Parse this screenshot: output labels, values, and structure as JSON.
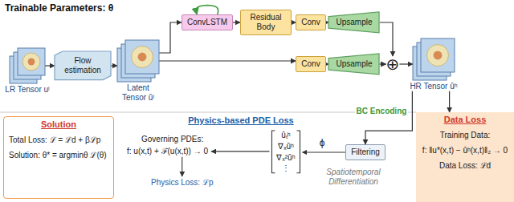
{
  "diagram": {
    "nodes": [
      {
        "text": [
          "LR Tensor uˡ"
        ]
      },
      {
        "text": [
          "Flow estimation"
        ]
      },
      {
        "text": [
          "Latent Tensor ûˡ"
        ]
      },
      {
        "text": [
          "ConvLSTM"
        ]
      },
      {
        "text": [
          "Residual Body"
        ]
      },
      {
        "text": [
          "Conv"
        ]
      },
      {
        "text": [
          "Upsample"
        ]
      },
      {
        "text": [
          "Conv"
        ]
      },
      {
        "text": [
          "Upsample"
        ]
      },
      {
        "text": [
          "⊕"
        ]
      },
      {
        "text": [
          "HR Tensor ûʰ"
        ]
      },
      {
        "text": [
          "Solution",
          "Total Loss: ℒ = ℒd + βℒp",
          "Solution: θ* = argminθ ℒ(θ)"
        ]
      },
      {
        "text": [
          "Filtering"
        ]
      },
      {
        "text": [
          "Data Loss",
          "Training Data:",
          "f: ‖u*(x,t) − ûʰ(x,t)‖₂ → 0",
          "Data Loss: ℒd"
        ]
      }
    ],
    "edges": [
      {
        "from": 0,
        "to": 1,
        "arrow": "to"
      },
      {
        "from": 1,
        "to": 2,
        "arrow": "to"
      },
      {
        "from": 2,
        "to": 3,
        "arrow": "to"
      },
      {
        "from": 3,
        "to": 3,
        "arrow": "to"
      },
      {
        "from": 3,
        "to": 4,
        "arrow": "to"
      },
      {
        "from": 4,
        "to": 5,
        "arrow": "to"
      },
      {
        "from": 5,
        "to": 6,
        "arrow": "to"
      },
      {
        "from": 6,
        "to": 9,
        "arrow": "to"
      },
      {
        "from": 2,
        "to": 7,
        "arrow": "to"
      },
      {
        "from": 7,
        "to": 8,
        "arrow": "to"
      },
      {
        "from": 8,
        "to": 9,
        "arrow": "to"
      },
      {
        "from": 9,
        "to": 10,
        "arrow": "to"
      },
      {
        "from": 10,
        "to": 12,
        "label": "BC Encoding",
        "arrow": "to"
      },
      {
        "from": 10,
        "to": 13,
        "arrow": "to"
      }
    ],
    "labels": [
      "Trainable Parameters: θ",
      "Physics-based PDE Loss",
      "Governing PDEs:",
      "f: u(x,t) + ℱ(u(x,t)) → 0",
      "Physics Loss: ℒp",
      "ûₜʰ",
      "∇ₓûʰ",
      "∇ₓ²ûʰ",
      "⋮",
      "ϕ",
      "Spatiotemporal Differentiation"
    ]
  }
}
